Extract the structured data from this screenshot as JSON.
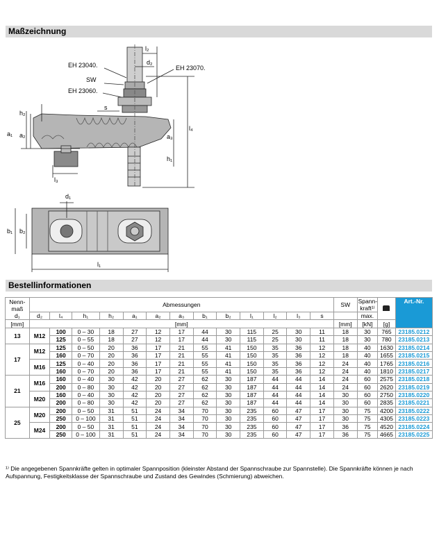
{
  "sections": {
    "drawing": "Maßzeichnung",
    "order": "Bestellinformationen"
  },
  "drawing_labels": {
    "eh23040": "EH 23040.",
    "sw": "SW",
    "eh23060": "EH 23060.",
    "eh23070": "EH 23070.",
    "l2": "l₂",
    "d2": "d₂",
    "l4": "l₄",
    "h2": "h₂",
    "s": "s",
    "a1": "a₁",
    "a2": "a₂",
    "a3": "a₃",
    "h1": "h₁",
    "l3": "l₃",
    "d1": "d₁",
    "b1": "b₁",
    "b2": "b₂",
    "l1": "l₁"
  },
  "table": {
    "h_nenn": [
      "Nenn-",
      "maß",
      "d₁",
      "[mm]"
    ],
    "h_abm": "Abmessungen",
    "h_sw": "SW",
    "h_kraft": [
      "Spann-",
      "kraft¹⁾",
      "max."
    ],
    "h_art": "Art.-Nr.",
    "cols": [
      "d₂",
      "l₄",
      "h₁",
      "h₂",
      "a₁",
      "a₂",
      "a₃",
      "b₁",
      "b₂",
      "l₁",
      "l₂",
      "l₃",
      "s"
    ],
    "units": {
      "mm": "[mm]",
      "mm2": "[mm]",
      "kn": "[kN]",
      "g": "[g]"
    },
    "groups": [
      {
        "nenn": "13",
        "sub": [
          {
            "d2": "M12",
            "rows": [
              [
                "100",
                "0 – 30",
                "18",
                "27",
                "12",
                "17",
                "44",
                "30",
                "115",
                "25",
                "30",
                "11",
                "18",
                "30",
                "765",
                "23185.0212"
              ],
              [
                "125",
                "0 – 55",
                "18",
                "27",
                "12",
                "17",
                "44",
                "30",
                "115",
                "25",
                "30",
                "11",
                "18",
                "30",
                "780",
                "23185.0213"
              ]
            ]
          }
        ]
      },
      {
        "nenn": "17",
        "sub": [
          {
            "d2": "M12",
            "rows": [
              [
                "125",
                "0 – 50",
                "20",
                "36",
                "17",
                "21",
                "55",
                "41",
                "150",
                "35",
                "36",
                "12",
                "18",
                "40",
                "1630",
                "23185.0214"
              ],
              [
                "160",
                "0 – 70",
                "20",
                "36",
                "17",
                "21",
                "55",
                "41",
                "150",
                "35",
                "36",
                "12",
                "18",
                "40",
                "1655",
                "23185.0215"
              ]
            ]
          },
          {
            "d2": "M16",
            "rows": [
              [
                "125",
                "0 – 40",
                "20",
                "36",
                "17",
                "21",
                "55",
                "41",
                "150",
                "35",
                "36",
                "12",
                "24",
                "40",
                "1765",
                "23185.0216"
              ],
              [
                "160",
                "0 – 70",
                "20",
                "36",
                "17",
                "21",
                "55",
                "41",
                "150",
                "35",
                "36",
                "12",
                "24",
                "40",
                "1810",
                "23185.0217"
              ]
            ]
          }
        ]
      },
      {
        "nenn": "21",
        "sub": [
          {
            "d2": "M16",
            "rows": [
              [
                "160",
                "0 – 40",
                "30",
                "42",
                "20",
                "27",
                "62",
                "30",
                "187",
                "44",
                "44",
                "14",
                "24",
                "60",
                "2575",
                "23185.0218"
              ],
              [
                "200",
                "0 – 80",
                "30",
                "42",
                "20",
                "27",
                "62",
                "30",
                "187",
                "44",
                "44",
                "14",
                "24",
                "60",
                "2620",
                "23185.0219"
              ]
            ]
          },
          {
            "d2": "M20",
            "rows": [
              [
                "160",
                "0 – 40",
                "30",
                "42",
                "20",
                "27",
                "62",
                "30",
                "187",
                "44",
                "44",
                "14",
                "30",
                "60",
                "2750",
                "23185.0220"
              ],
              [
                "200",
                "0 – 80",
                "30",
                "42",
                "20",
                "27",
                "62",
                "30",
                "187",
                "44",
                "44",
                "14",
                "30",
                "60",
                "2835",
                "23185.0221"
              ]
            ]
          }
        ]
      },
      {
        "nenn": "25",
        "sub": [
          {
            "d2": "M20",
            "rows": [
              [
                "200",
                "0 – 50",
                "31",
                "51",
                "24",
                "34",
                "70",
                "30",
                "235",
                "60",
                "47",
                "17",
                "30",
                "75",
                "4200",
                "23185.0222"
              ],
              [
                "250",
                "0 – 100",
                "31",
                "51",
                "24",
                "34",
                "70",
                "30",
                "235",
                "60",
                "47",
                "17",
                "30",
                "75",
                "4305",
                "23185.0223"
              ]
            ]
          },
          {
            "d2": "M24",
            "rows": [
              [
                "200",
                "0 – 50",
                "31",
                "51",
                "24",
                "34",
                "70",
                "30",
                "235",
                "60",
                "47",
                "17",
                "36",
                "75",
                "4520",
                "23185.0224"
              ],
              [
                "250",
                "0 – 100",
                "31",
                "51",
                "24",
                "34",
                "70",
                "30",
                "235",
                "60",
                "47",
                "17",
                "36",
                "75",
                "4665",
                "23185.0225"
              ]
            ]
          }
        ]
      }
    ]
  },
  "footnote": "¹⁾ Die angegebenen Spannkräfte gelten in optimaler Spannposition (kleinster Abstand der Spannschraube zur Spannstelle). Die Spannkräfte können je nach Aufspannung, Festigkeitsklasse der Spannschraube und Zustand des Gewindes (Schmierung) abweichen."
}
